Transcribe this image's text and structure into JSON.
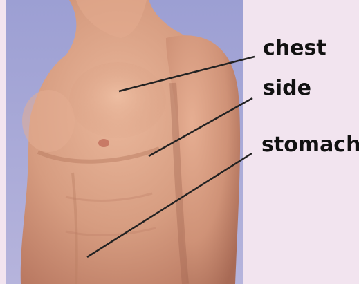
{
  "labels": {
    "chest": "chest",
    "side": "side",
    "stomach": "stomach"
  },
  "image": {
    "subject": "male-torso-illustration"
  },
  "colors": {
    "page_background": "#f2e4ef",
    "photo_background": "#a9aad6",
    "skin": "#d9a288",
    "label_text": "#111111",
    "leader_line": "#222222"
  }
}
